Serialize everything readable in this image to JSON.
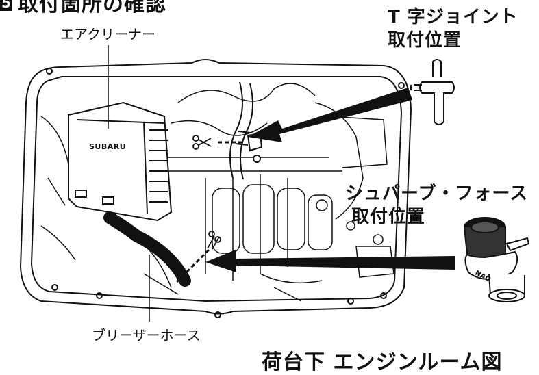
{
  "heading": {
    "step_number": "5",
    "title": "取付箇所の確認"
  },
  "labels": {
    "air_cleaner": "エアクリーナー",
    "t_joint_line1": "T 字ジョイント",
    "t_joint_line2": "取付位置",
    "shupaabu_line1": "シュパーブ・フォース",
    "shupaabu_line2": "取付位置",
    "breather_hose": "ブリーザーホース",
    "caption": "荷台下 エンジンルーム図"
  },
  "engine": {
    "brand_text": "SUBARU"
  },
  "device": {
    "logo_text": "NAG"
  }
}
